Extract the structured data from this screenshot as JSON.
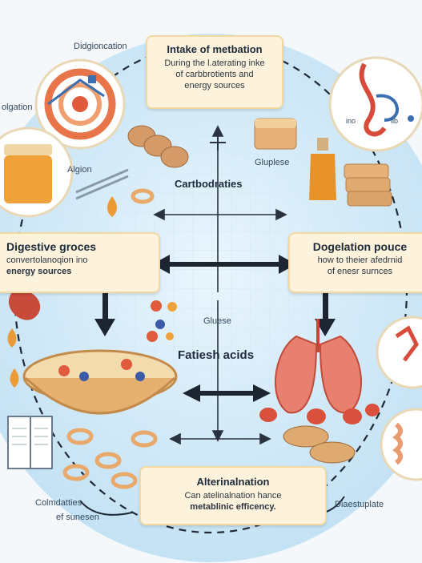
{
  "title_box": {
    "title": "Intake of metbation",
    "line1": "During the l.aterating inke",
    "line2": "of carbbrotients and",
    "line3": "energy sources"
  },
  "left_box": {
    "title": "Digestive groces",
    "line1": "convertolanoqion  ino",
    "line2": "energy sources"
  },
  "right_box": {
    "title": "Dogelation pouce",
    "line1": "how to theier afedrnid",
    "line2": "of enesr surnces"
  },
  "bottom_box": {
    "title": "Alterinalnation",
    "line1": "Can atelinalnation hance",
    "line2": "metablinic efficency."
  },
  "labels": {
    "top_left": "Didgioncation",
    "left_edge": "olgation",
    "algion": "Algion",
    "carbs": "Cartbodraties",
    "glusee_right": "Gluplese",
    "glusee_mid": "Gluese",
    "fatty": "Fatiesh acids",
    "bottom_left_1": "Colmdatties",
    "bottom_left_2": "ef sunesen",
    "bottom_right": "Diaestuplate",
    "ring_a": "ino",
    "ring_b": "iib"
  }
}
